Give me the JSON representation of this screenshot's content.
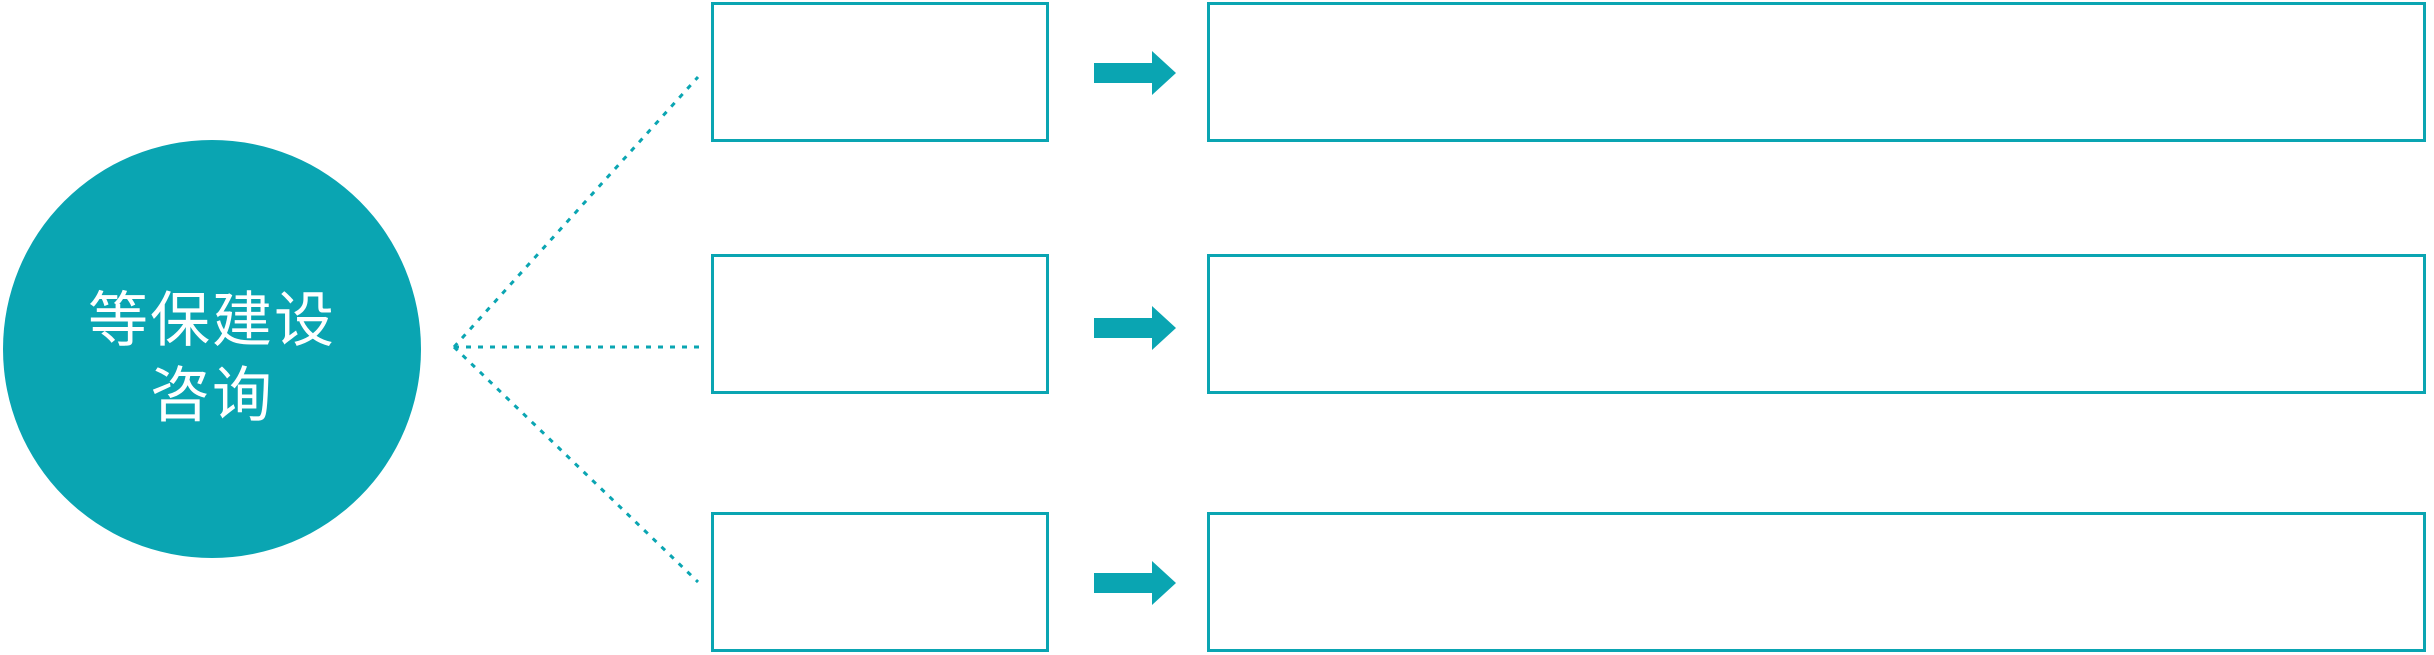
{
  "diagram_type": "topic-branches",
  "circle": {
    "label_line1": "等保建设",
    "label_line2": "咨询"
  },
  "rows": [
    {
      "middle_box_text": "",
      "right_box_text": ""
    },
    {
      "middle_box_text": "",
      "right_box_text": ""
    },
    {
      "middle_box_text": "",
      "right_box_text": ""
    }
  ],
  "icons": {
    "arrow": "right-arrow-icon"
  },
  "colors": {
    "accent": "#0aa5b2",
    "text_on_accent": "#ffffff",
    "background": "#ffffff"
  }
}
